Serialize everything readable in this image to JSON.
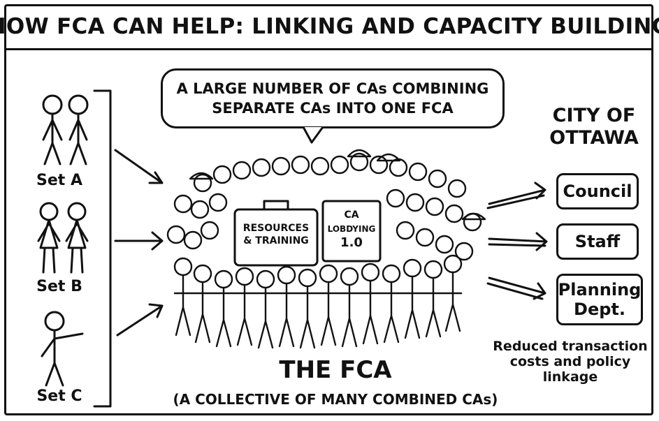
{
  "title": "HOW FCA CAN HELP: LINKING AND CAPACITY BUILDING",
  "speech_bubble": {
    "line1": "A LARGE NUMBER OF CAs COMBINING",
    "line2": "SEPARATE CAs INTO ONE FCA"
  },
  "sets": [
    {
      "label": "Set A"
    },
    {
      "label": "Set B"
    },
    {
      "label": "Set C"
    }
  ],
  "crowd": {
    "briefcase": {
      "line1": "RESOURCES",
      "line2": "& TRAINING"
    },
    "book": {
      "line1": "CA",
      "line2": "LOBDYING",
      "line3": "1.0"
    }
  },
  "city": {
    "title_line1": "CITY OF",
    "title_line2": "OTTAWA",
    "boxes": [
      {
        "label": "Council"
      },
      {
        "label": "Staff"
      },
      {
        "label_line1": "Planning",
        "label_line2": "Dept."
      }
    ],
    "note": "Reduced transaction costs and policy linkage"
  },
  "fca": {
    "title": "THE FCA",
    "subtitle": "(A COLLECTIVE OF MANY COMBINED CAs)"
  },
  "colors": {
    "ink": "#111111",
    "paper": "#ffffff"
  }
}
